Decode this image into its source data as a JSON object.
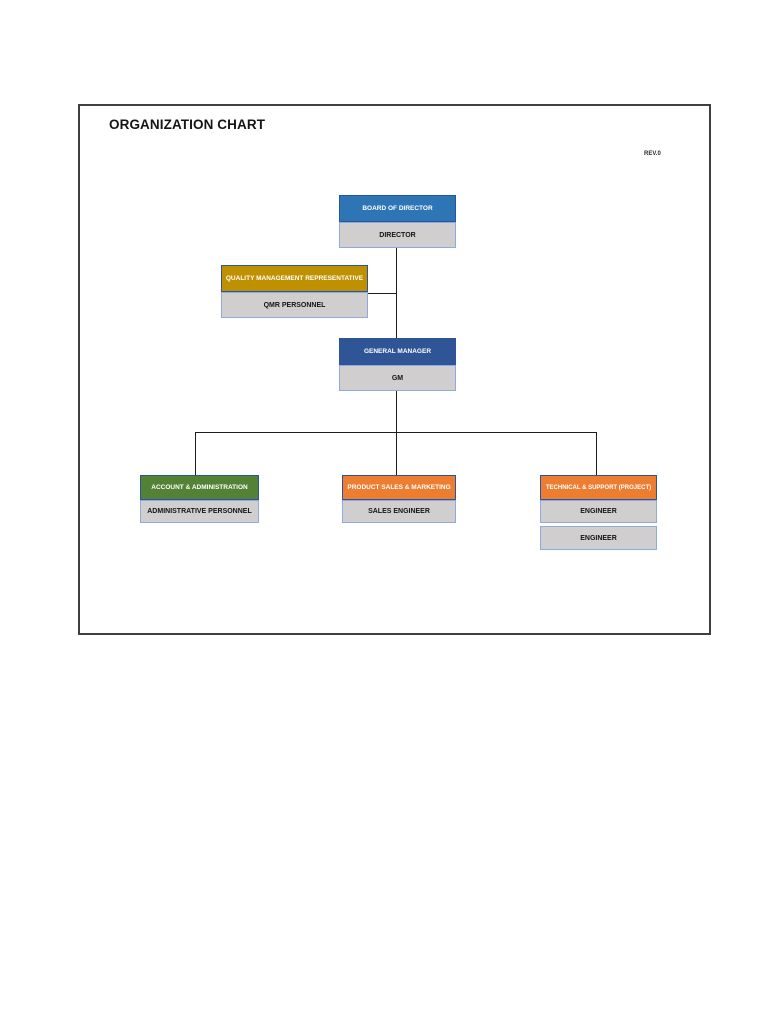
{
  "page": {
    "title": "ORGANIZATION CHART",
    "revision_label": "REV.0"
  },
  "org_chart": {
    "nodes": [
      {
        "id": "board-of-director",
        "header": "BOARD OF DIRECTOR",
        "header_color": "#2E75B6",
        "rows": [
          "DIRECTOR"
        ]
      },
      {
        "id": "quality-management-representative",
        "header": "QUALITY MANAGEMENT REPRESENTATIVE",
        "header_color": "#BF9000",
        "rows": [
          "QMR PERSONNEL"
        ]
      },
      {
        "id": "general-manager",
        "header": "GENERAL MANAGER",
        "header_color": "#2F5597",
        "rows": [
          "GM"
        ]
      },
      {
        "id": "account-administration",
        "header": "ACCOUNT & ADMINISTRATION",
        "header_color": "#538135",
        "rows": [
          "ADMINISTRATIVE PERSONNEL"
        ]
      },
      {
        "id": "product-sales-marketing",
        "header": "PRODUCT SALES & MARKETING",
        "header_color": "#ED7D31",
        "rows": [
          "SALES ENGINEER"
        ]
      },
      {
        "id": "technical-support-project",
        "header": "TECHNICAL & SUPPORT (PROJECT)",
        "header_color": "#ED7D31",
        "rows": [
          "ENGINEER",
          "ENGINEER"
        ]
      }
    ],
    "edges": [
      {
        "from": "board-of-director",
        "to": "general-manager"
      },
      {
        "from": "quality-management-representative",
        "to": "general-manager",
        "type": "staff-link"
      },
      {
        "from": "general-manager",
        "to": "account-administration"
      },
      {
        "from": "general-manager",
        "to": "product-sales-marketing"
      },
      {
        "from": "general-manager",
        "to": "technical-support-project"
      }
    ],
    "colors": {
      "row_fill": "#D0CECE",
      "row_border": "#8FAADC",
      "header_border": "#2A5699",
      "connector": "#1C1C1C",
      "page_border": "#3F3F3F"
    }
  }
}
